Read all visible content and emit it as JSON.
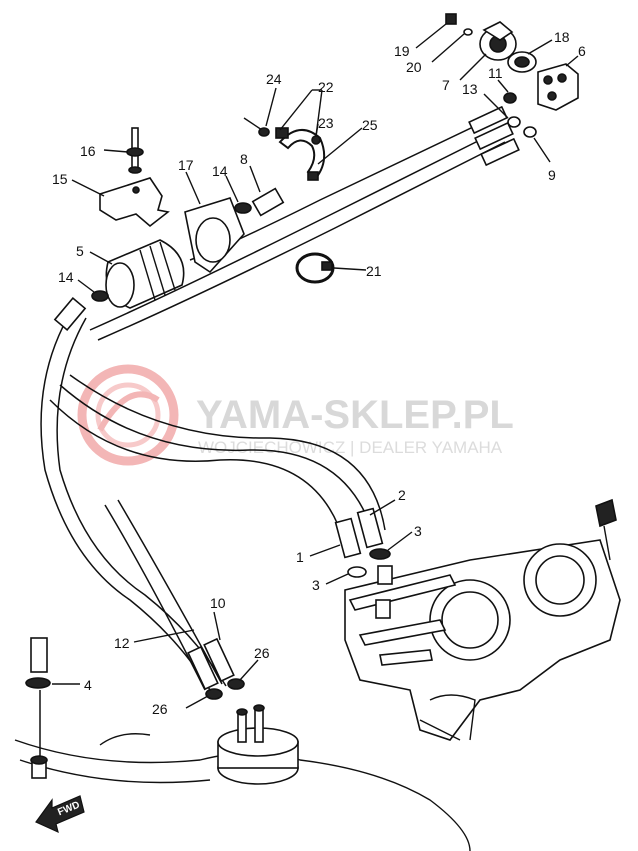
{
  "watermark": {
    "title": "YAMA-SKLEP.PL",
    "subtitle": "WOJCIECHOWICZ | DEALER YAMAHA",
    "logo_color": "#f3b6b6",
    "text_color": "#d8d8d8"
  },
  "fwd_arrow": {
    "label": "FWD"
  },
  "callouts": [
    {
      "id": "c1",
      "text": "1"
    },
    {
      "id": "c2",
      "text": "2"
    },
    {
      "id": "c3a",
      "text": "3"
    },
    {
      "id": "c3b",
      "text": "3"
    },
    {
      "id": "c4",
      "text": "4"
    },
    {
      "id": "c5",
      "text": "5"
    },
    {
      "id": "c6",
      "text": "6"
    },
    {
      "id": "c7",
      "text": "7"
    },
    {
      "id": "c8",
      "text": "8"
    },
    {
      "id": "c9",
      "text": "9"
    },
    {
      "id": "c10",
      "text": "10"
    },
    {
      "id": "c11",
      "text": "11"
    },
    {
      "id": "c12",
      "text": "12"
    },
    {
      "id": "c13",
      "text": "13"
    },
    {
      "id": "c14a",
      "text": "14"
    },
    {
      "id": "c14b",
      "text": "14"
    },
    {
      "id": "c15",
      "text": "15"
    },
    {
      "id": "c16",
      "text": "16"
    },
    {
      "id": "c17",
      "text": "17"
    },
    {
      "id": "c18",
      "text": "18"
    },
    {
      "id": "c19",
      "text": "19"
    },
    {
      "id": "c20",
      "text": "20"
    },
    {
      "id": "c21",
      "text": "21"
    },
    {
      "id": "c22",
      "text": "22"
    },
    {
      "id": "c23",
      "text": "23"
    },
    {
      "id": "c24",
      "text": "24"
    },
    {
      "id": "c25",
      "text": "25"
    },
    {
      "id": "c26a",
      "text": "26"
    },
    {
      "id": "c26b",
      "text": "26"
    }
  ]
}
